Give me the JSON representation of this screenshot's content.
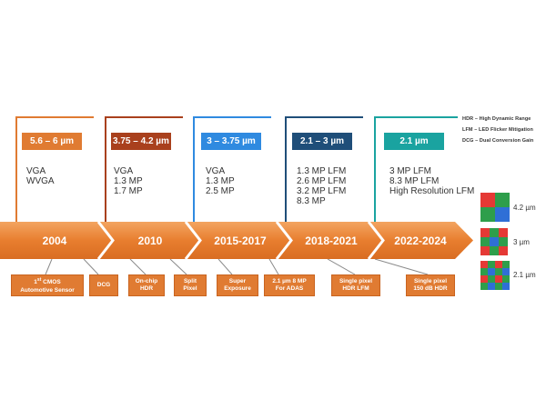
{
  "legend": [
    "HDR – High Dynamic Range",
    "LFM – LED Flicker Mitigation",
    "DCG – Dual Conversion Gain"
  ],
  "eras": [
    {
      "pixel": "5.6 – 6 µm",
      "color": "#e07b32",
      "res": "VGA\nWVGA",
      "year": "2004"
    },
    {
      "pixel": "3.75 – 4.2 µm",
      "color": "#a9401d",
      "res": "VGA\n1.3 MP\n1.7 MP",
      "year": "2010"
    },
    {
      "pixel": "3 – 3.75 µm",
      "color": "#2f8ae0",
      "res": "VGA\n1.3 MP\n2.5 MP",
      "year": "2015-2017"
    },
    {
      "pixel": "2.1 – 3 µm",
      "color": "#1f4e79",
      "res": "1.3 MP LFM\n2.6 MP LFM\n3.2 MP LFM\n8.3 MP",
      "year": "2018-2021"
    },
    {
      "pixel": "2.1 µm",
      "color": "#1aa3a0",
      "res": "3 MP LFM\n8.3 MP LFM\nHigh Resolution LFM",
      "year": "2022-2024"
    }
  ],
  "milestones": [
    {
      "line1": "1st CMOS",
      "line2": "Automotive Sensor"
    },
    {
      "line1": "DCG",
      "line2": ""
    },
    {
      "line1": "On-chip",
      "line2": "HDR"
    },
    {
      "line1": "Split",
      "line2": "Pixel"
    },
    {
      "line1": "Super",
      "line2": "Exposure"
    },
    {
      "line1": "2.1 µm  8 MP",
      "line2": "For ADAS"
    },
    {
      "line1": "Single pixel",
      "line2": "HDR LFM"
    },
    {
      "line1": "Single pixel",
      "line2": "150 dB HDR"
    }
  ],
  "pixel_grids": [
    {
      "label": "4.2 µm",
      "n": 2
    },
    {
      "label": "3 µm",
      "n": 3
    },
    {
      "label": "2.1 µm",
      "n": 4
    }
  ],
  "colors": {
    "arrow": "#e87e2f",
    "arrow_light": "#f2a15c",
    "tag": "#e07b32",
    "red": "#e53935",
    "green": "#2e9e4b",
    "blue": "#2f6fd6"
  }
}
